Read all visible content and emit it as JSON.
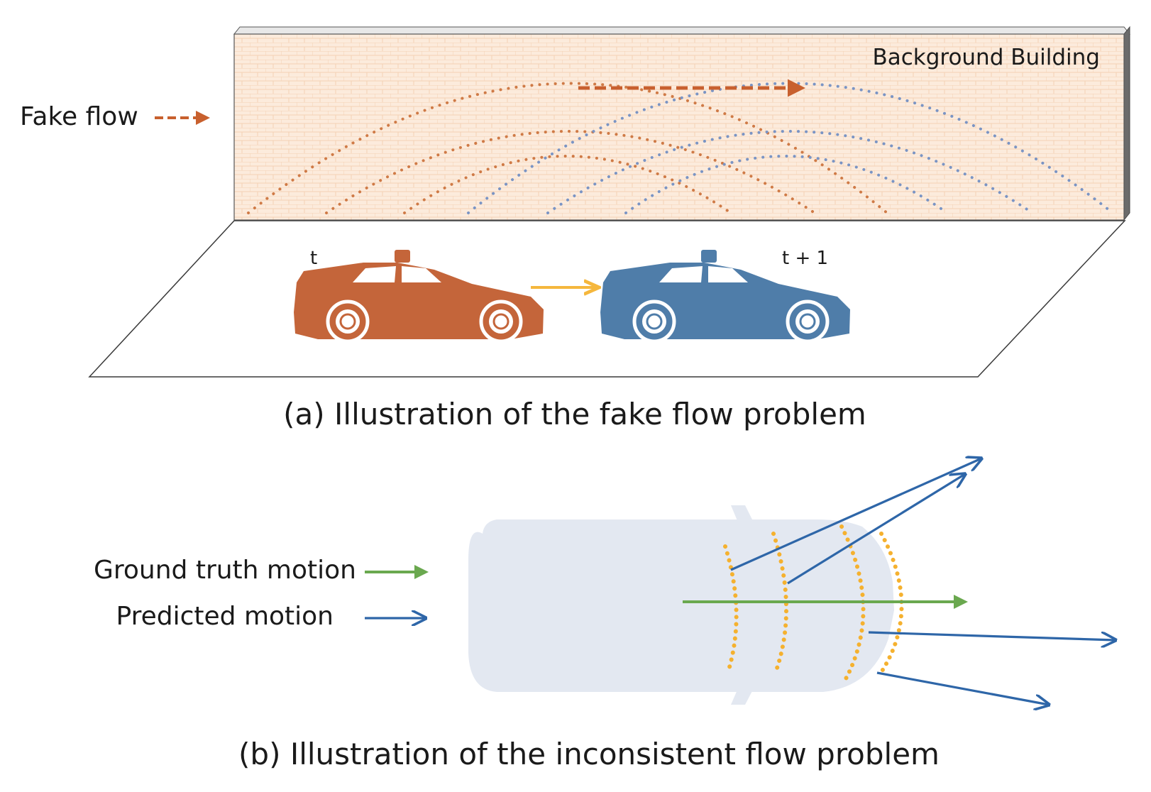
{
  "panel_a": {
    "wall_label": "Background Building",
    "fake_flow_label": "Fake flow",
    "car_t_label": "t",
    "car_t1_label": "t + 1",
    "caption": "(a) Illustration of the fake flow problem"
  },
  "panel_b": {
    "legend_ground_truth": "Ground truth motion",
    "legend_predicted": "Predicted motion",
    "caption": "(b) Illustration of the inconsistent flow problem"
  },
  "colors": {
    "wall_fill": "#fcebdc",
    "brick_line": "#f3d2b4",
    "car_t": "#c4653a",
    "car_t1": "#4f7da9",
    "orange_dots": "#cf7a46",
    "blue_dots": "#7a94c4",
    "fake_flow_arrow": "#c8602e",
    "car_motion_arrow": "#f5b73d",
    "ground_truth_arrow": "#6aa84f",
    "predicted_arrow": "#2e66a8",
    "lidar_points": "#f5b12f",
    "car_topview": "#e3e8f1"
  },
  "icons": [
    "lidar-sensor-icon",
    "wheel-icon",
    "car-silhouette-icon",
    "car-topview-icon"
  ]
}
